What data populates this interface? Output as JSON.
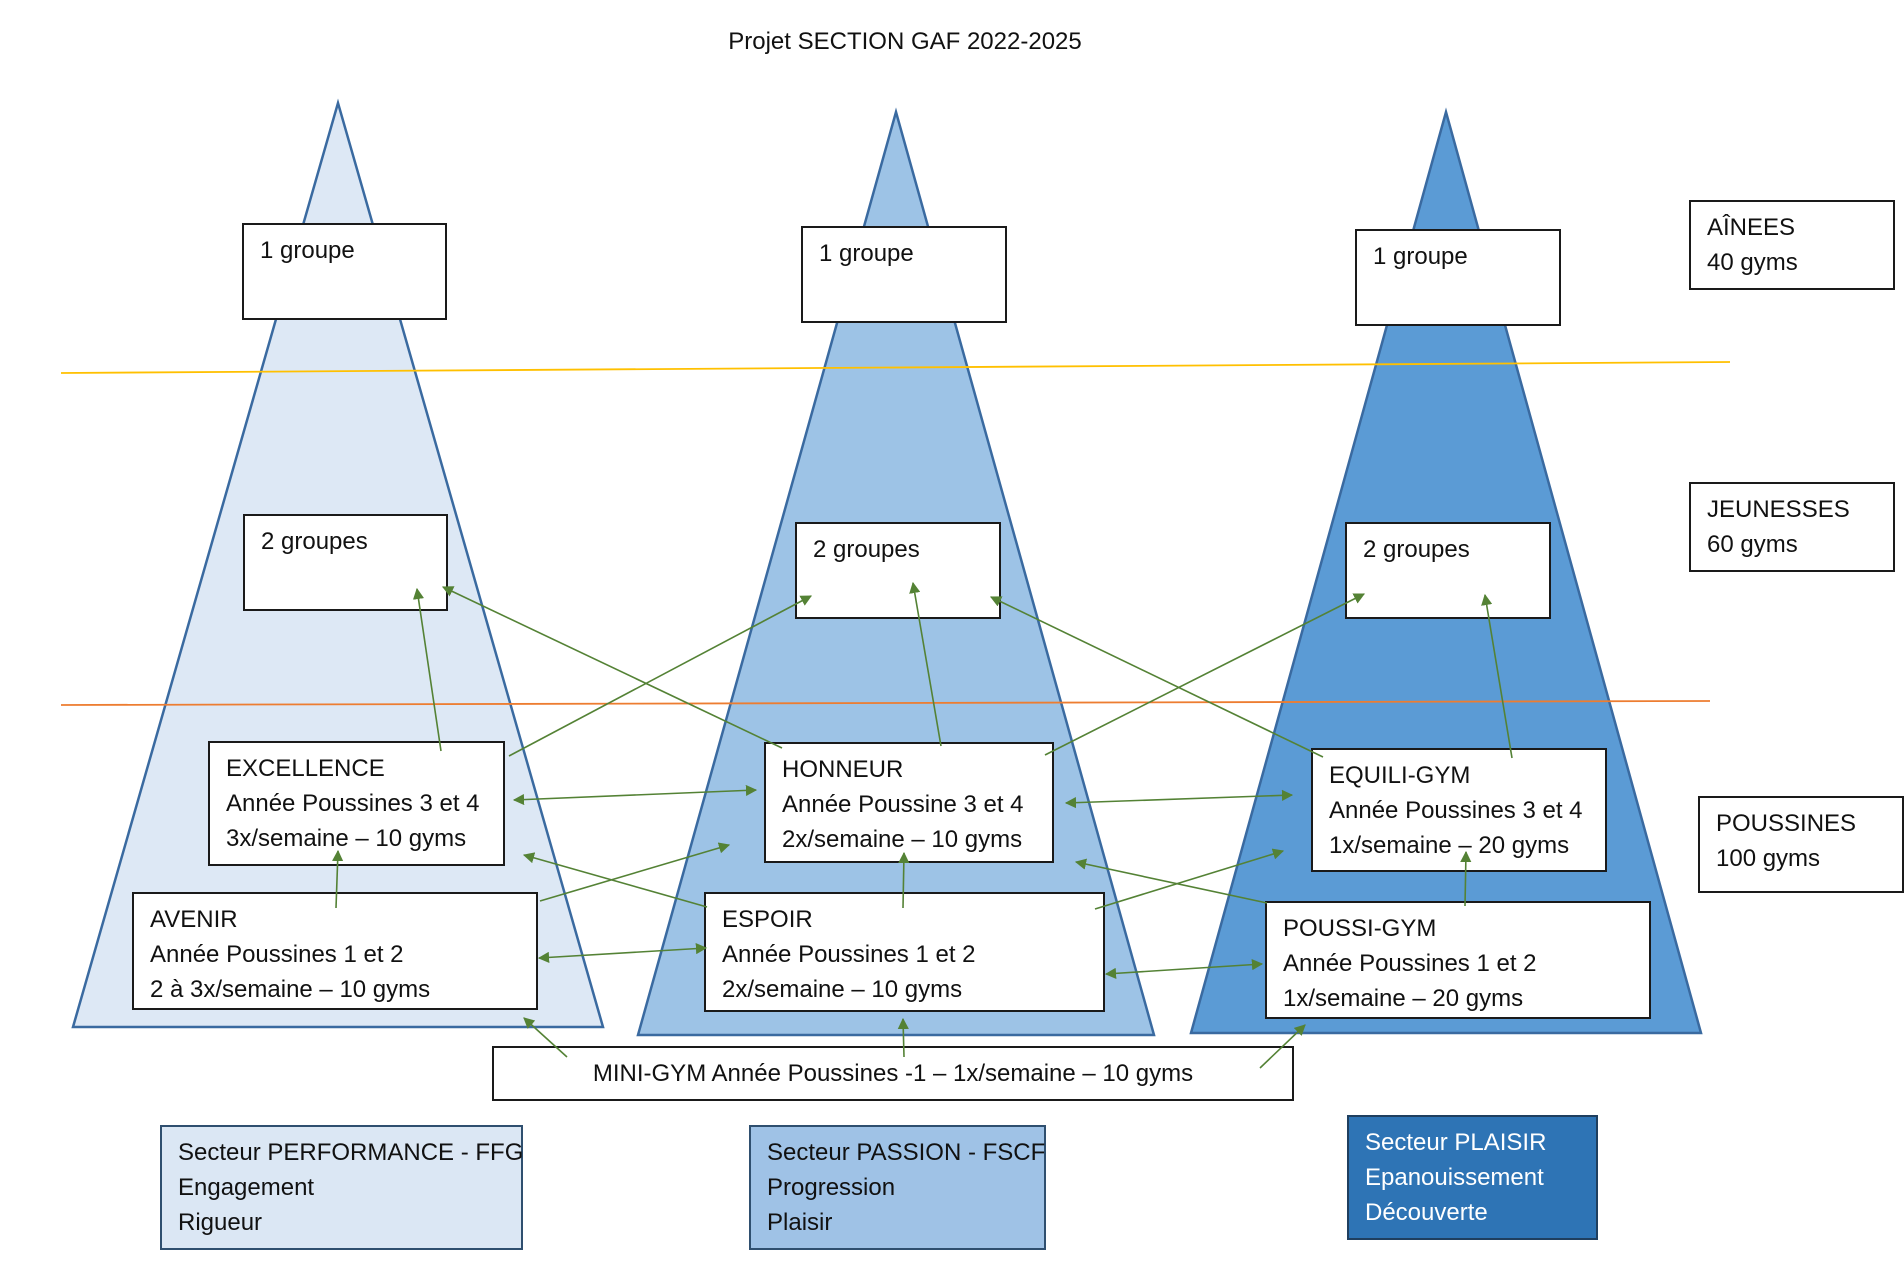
{
  "title": "Projet SECTION GAF 2022-2025",
  "colors": {
    "pyramid_left": "#dde8f5",
    "pyramid_middle": "#9dc3e6",
    "pyramid_right": "#5b9bd5",
    "pyramid_stroke": "#3a6aa0",
    "arrow": "#548235",
    "line_ainees": "#ffc000",
    "line_jeunesses": "#ed7d31"
  },
  "levels": {
    "ainees": {
      "name": "AÎNEES",
      "count": "40 gyms"
    },
    "jeunesses": {
      "name": "JEUNESSES",
      "count": "60 gyms"
    },
    "poussines": {
      "name": "POUSSINES",
      "count": "100 gyms"
    }
  },
  "pyramids": {
    "performance": {
      "top_group": "1 groupe",
      "mid_group": "2 groupes",
      "upper": {
        "name": "EXCELLENCE",
        "years": "Année Poussines 3 et 4",
        "freq": "3x/semaine – 10 gyms"
      },
      "lower": {
        "name": "AVENIR",
        "years": "Année Poussines 1 et 2",
        "freq": "2 à 3x/semaine – 10 gyms"
      }
    },
    "passion": {
      "top_group": "1 groupe",
      "mid_group": "2 groupes",
      "upper": {
        "name": "HONNEUR",
        "years": "Année Poussine 3 et 4",
        "freq": "2x/semaine – 10 gyms"
      },
      "lower": {
        "name": "ESPOIR",
        "years": "Année Poussines 1 et 2",
        "freq": "2x/semaine – 10 gyms"
      }
    },
    "plaisir": {
      "top_group": "1 groupe",
      "mid_group": "2 groupes",
      "upper": {
        "name": "EQUILI-GYM",
        "years": "Année Poussines 3 et 4",
        "freq": "1x/semaine – 20 gyms"
      },
      "lower": {
        "name": "POUSSI-GYM",
        "years": "Année Poussines 1 et 2",
        "freq": "1x/semaine – 20 gyms"
      }
    }
  },
  "mini_gym": "MINI-GYM Année Poussines -1 – 1x/semaine – 10 gyms",
  "sectors": {
    "performance": {
      "name": "Secteur PERFORMANCE - FFG",
      "line2": "Engagement",
      "line3": "Rigueur"
    },
    "passion": {
      "name": "Secteur PASSION - FSCF",
      "line2": "Progression",
      "line3": "Plaisir"
    },
    "plaisir": {
      "name": "Secteur PLAISIR",
      "line2": "Epanouissement",
      "line3": "Découverte"
    }
  }
}
